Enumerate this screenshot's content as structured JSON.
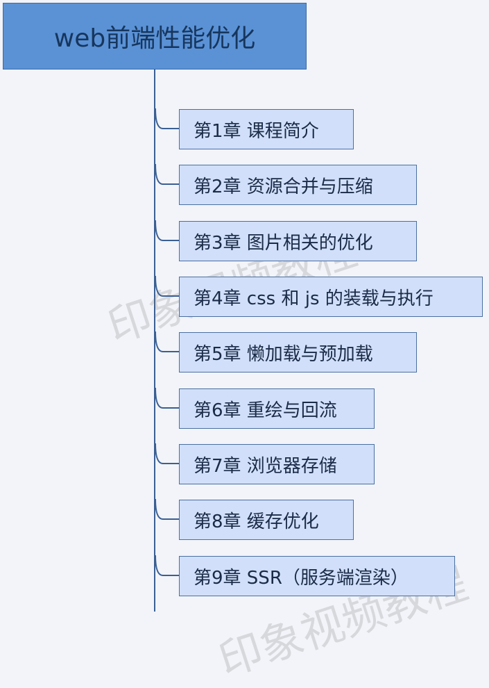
{
  "root": {
    "title": "web前端性能优化"
  },
  "chapters": [
    {
      "label": "第1章 课程简介"
    },
    {
      "label": "第2章 资源合并与压缩"
    },
    {
      "label": "第3章 图片相关的优化"
    },
    {
      "label": "第4章 css 和 js 的装载与执行"
    },
    {
      "label": "第5章 懒加载与预加载"
    },
    {
      "label": "第6章 重绘与回流"
    },
    {
      "label": "第7章 浏览器存储"
    },
    {
      "label": "第8章 缓存优化"
    },
    {
      "label": "第9章 SSR（服务端渲染）"
    }
  ],
  "watermark": {
    "text": "印象视频教程"
  },
  "colors": {
    "root_fill": "#5b92d6",
    "node_fill": "#d1dffa",
    "connector": "#3a5f93"
  }
}
